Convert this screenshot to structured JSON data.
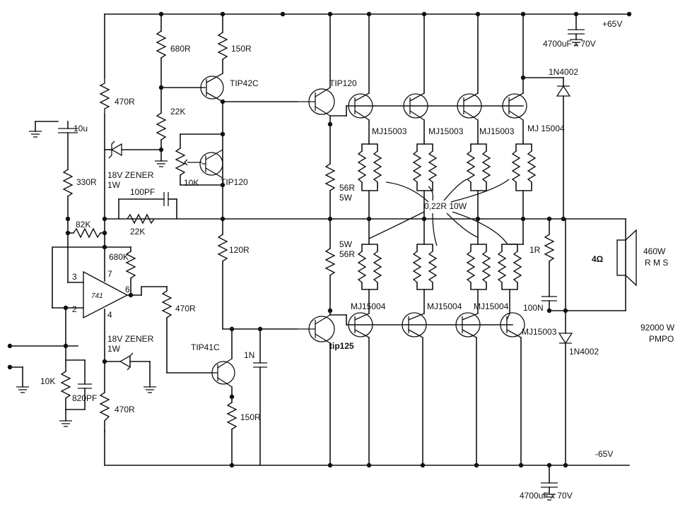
{
  "rails": {
    "positive": "+65V",
    "negative": "-65V"
  },
  "caps": {
    "top_supply": "4700uF x 70V",
    "bottom_supply": "4700uF x 70V",
    "input": "10u",
    "feedback": "100PF",
    "input_filter": "820PF",
    "comp": "1N",
    "zobel": "100N"
  },
  "resistors": {
    "r680": "680R",
    "r150_top": "150R",
    "r470_top": "470R",
    "r22k_v": "22K",
    "r10k_pot": "10K",
    "r330": "330R",
    "r22k_fb": "22K",
    "r82k": "82K",
    "r680k": "680K",
    "r120": "120R",
    "r470_mid": "470R",
    "r10k_in": "10K",
    "r470_bot": "470R",
    "r150_bot": "150R",
    "r56_top": "56R",
    "r5w_top": "5W",
    "r5w_bot": "5W",
    "r56_bot": "56R",
    "r_emitter": "0,22R 10W",
    "r1": "1R"
  },
  "transistors": {
    "tip42c": "TIP42C",
    "tip120_a": "TIP120",
    "tip120_b": "TIP120",
    "tip41c": "TIP41C",
    "tip125": "tip125",
    "mj_top": [
      "MJ15003",
      "MJ15003",
      "MJ15003",
      "MJ 15004"
    ],
    "mj_bot": [
      "MJ15004",
      "MJ15004",
      "MJ15004",
      "MJ15003"
    ]
  },
  "diodes": {
    "d_top": "1N4002",
    "d_bot": "1N4002",
    "zener_top": [
      "18V ZENER",
      "1W"
    ],
    "zener_bot": [
      "18V ZENER",
      "1W"
    ]
  },
  "opamp": {
    "name": "741",
    "pins": [
      "3",
      "2",
      "7",
      "4",
      "6"
    ]
  },
  "speaker": {
    "impedance": "4Ω",
    "power_lines": [
      "460W",
      "R M S"
    ]
  },
  "pmpo": [
    "92000 W",
    "PMPO"
  ]
}
